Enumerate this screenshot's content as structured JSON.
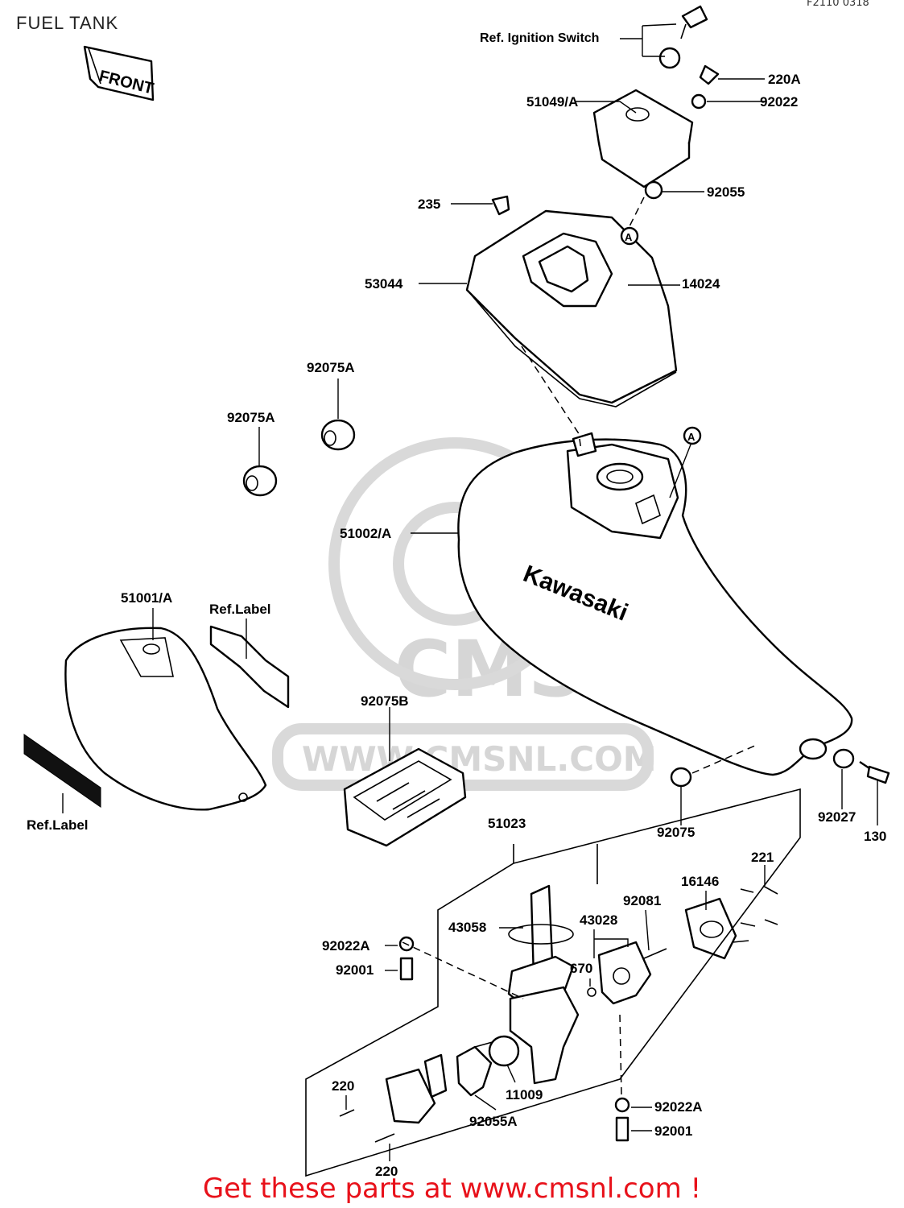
{
  "title": "FUEL TANK",
  "drawing_code": "F2110 0318",
  "front_label": "FRONT",
  "brand_text": "Kawasaki",
  "footer": "Get these parts at www.cmsnl.com !",
  "watermark": {
    "brand": "CMS",
    "url": "WWW.CMSNL.COM"
  },
  "colors": {
    "footer": "#e8111a",
    "watermark": "#d6d6d6",
    "line": "#000000"
  },
  "callouts": {
    "ignition_switch": "Ref. Ignition Switch",
    "p220A": "220A",
    "p51049A": "51049/A",
    "p92022": "92022",
    "p92055": "92055",
    "p235": "235",
    "p53044": "53044",
    "p14024": "14024",
    "p92075A_1": "92075A",
    "p92075A_2": "92075A",
    "p51002A": "51002/A",
    "p51001A": "51001/A",
    "ref_label_1": "Ref.Label",
    "p92075B": "92075B",
    "ref_label_2": "Ref.Label",
    "p51023": "51023",
    "p92075": "92075",
    "p92027": "92027",
    "p130": "130",
    "p221": "221",
    "p16146": "16146",
    "p92081": "92081",
    "p43028": "43028",
    "p43058": "43058",
    "p92022A_1": "92022A",
    "p92001_1": "92001",
    "p670": "670",
    "p11009": "11009",
    "p220_1": "220",
    "p92055A": "92055A",
    "p92022A_2": "92022A",
    "p92001_2": "92001",
    "p220_2": "220",
    "marker_a_1": "A",
    "marker_a_2": "A"
  }
}
